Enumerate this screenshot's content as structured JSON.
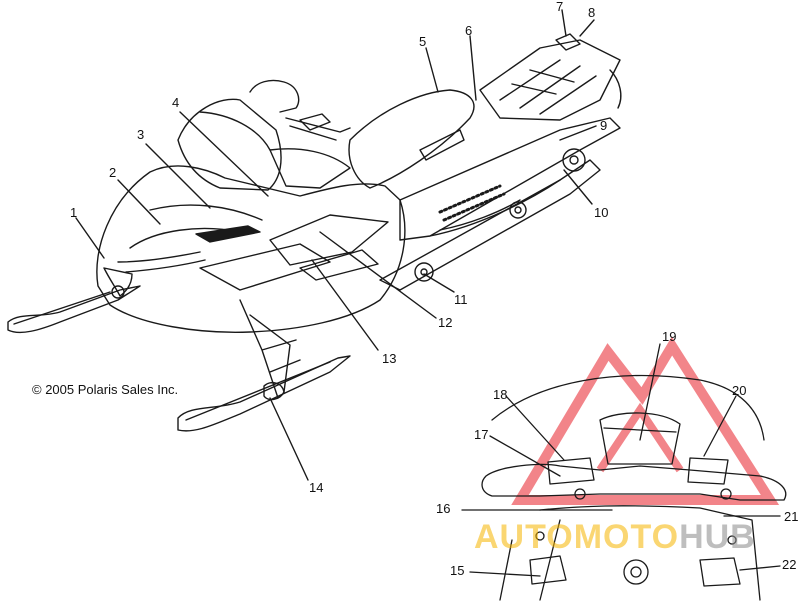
{
  "copyright": "© 2005 Polaris Sales Inc.",
  "callouts": [
    "1",
    "2",
    "3",
    "4",
    "5",
    "6",
    "7",
    "8",
    "9",
    "10",
    "11",
    "12",
    "13",
    "14",
    "15",
    "16",
    "17",
    "18",
    "19",
    "20",
    "21",
    "22"
  ],
  "watermark": {
    "part1": "AUTOMOTO",
    "part2": "HUB"
  },
  "colors": {
    "line": "#1a1a1a",
    "watermark_red": "#e8202a",
    "watermark_yellow": "#f7b500"
  }
}
